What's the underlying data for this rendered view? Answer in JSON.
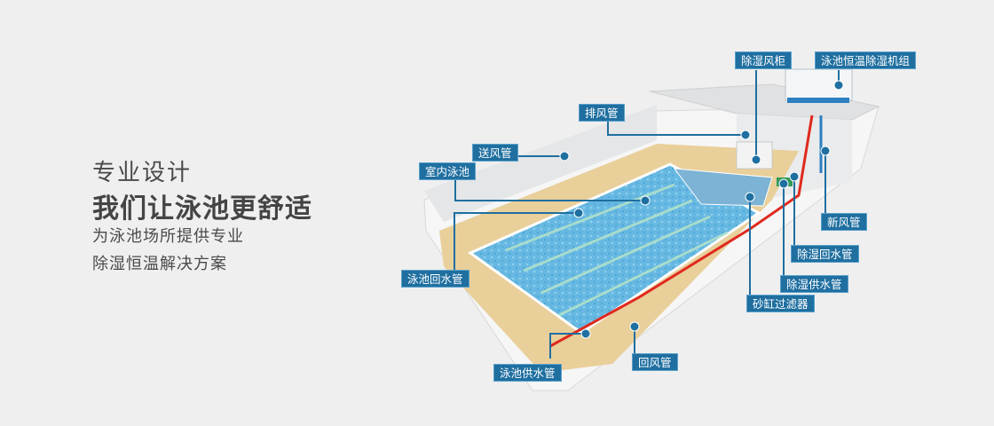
{
  "headline": {
    "line1": "专业设计",
    "line2": "我们让泳池更舒适",
    "line3": "为泳池场所提供专业",
    "line4": "除湿恒温解决方案"
  },
  "colors": {
    "background": "#efefef",
    "label_bg": "#1f6fa0",
    "leader_line": "#1f6fa0",
    "water": "#6fbfe6",
    "deck": "#e9cf9a",
    "supply_pipe": "#e0291e"
  },
  "labels": {
    "dehumid_cabinet": "除湿风柜",
    "dehumid_unit": "泳池恒温除湿机组",
    "exhaust_duct": "排风管",
    "supply_duct": "送风管",
    "indoor_pool": "室内泳池",
    "fresh_air_duct": "新风管",
    "dehumid_return_pipe": "除湿回水管",
    "dehumid_supply_pipe": "除湿供水管",
    "sand_filter": "砂缸过滤器",
    "pool_return_pipe": "泳池回水管",
    "pool_supply_pipe": "泳池供水管",
    "return_air_duct": "回风管"
  }
}
